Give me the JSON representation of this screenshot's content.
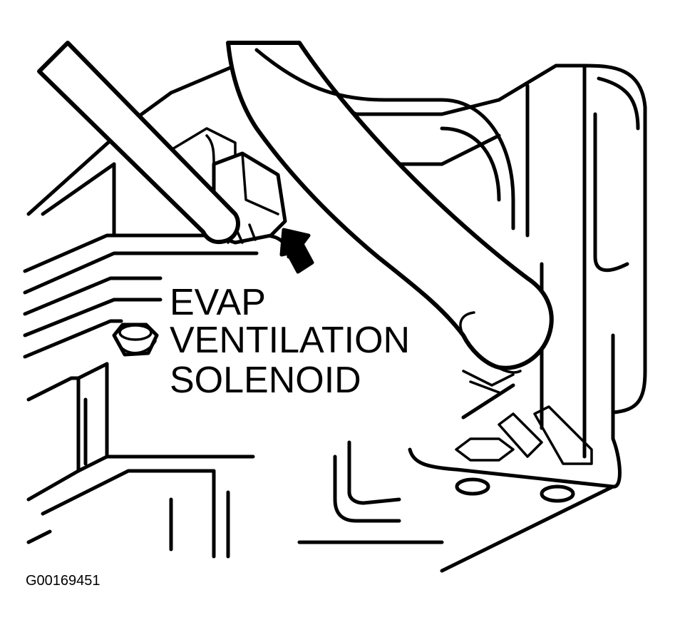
{
  "figure": {
    "callout_lines": [
      "EVAP",
      "VENTILATION",
      "SOLENOID"
    ],
    "figure_id": "G00169451"
  },
  "colors": {
    "ink": "#000000",
    "paper": "#ffffff"
  },
  "icons": {
    "pointer": "solenoid-pointer-arrow-icon",
    "bolt": "hex-bolt-icon"
  }
}
